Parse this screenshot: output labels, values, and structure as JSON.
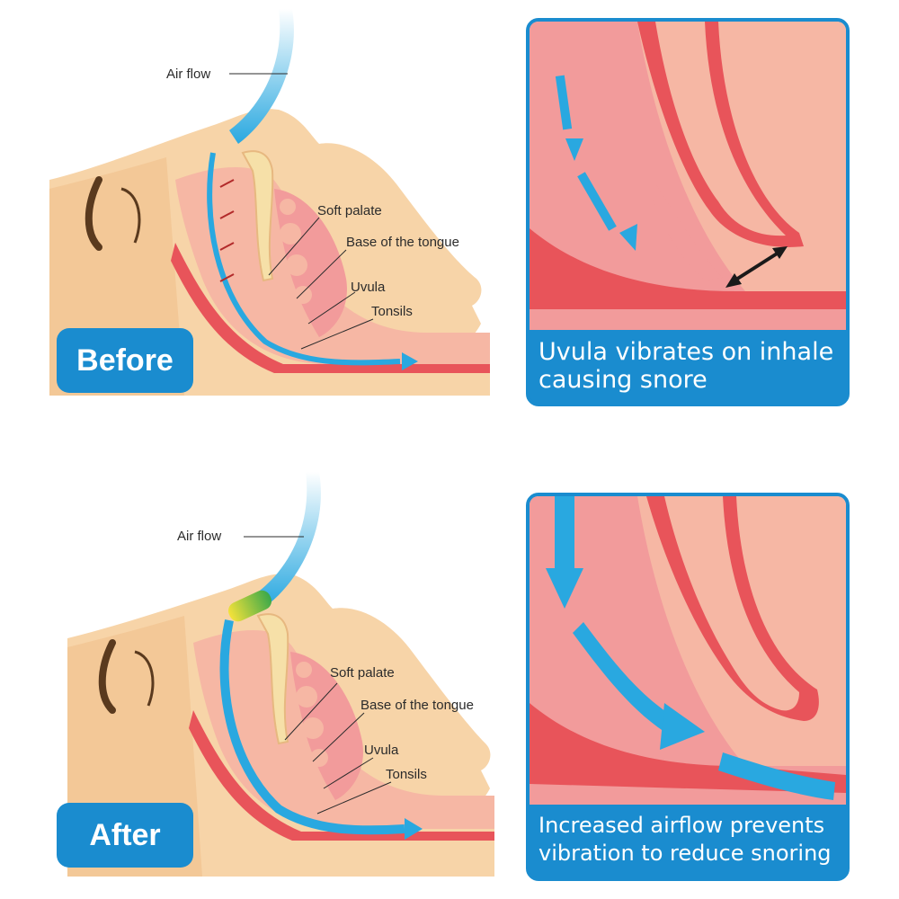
{
  "before": {
    "badge": "Before",
    "labels": {
      "air_flow": "Air flow",
      "soft_palate": "Soft palate",
      "tongue_base": "Base of the tongue",
      "uvula": "Uvula",
      "tonsils": "Tonsils"
    },
    "caption_line1": "Uvula vibrates on inhale",
    "caption_line2": "causing snore"
  },
  "after": {
    "badge": "After",
    "labels": {
      "air_flow": "Air flow",
      "soft_palate": "Soft palate",
      "tongue_base": "Base of the tongue",
      "uvula": "Uvula",
      "tonsils": "Tonsils"
    },
    "caption_line1": "Increased airflow prevents",
    "caption_line2": "vibration to reduce snoring"
  },
  "colors": {
    "accent": "#1a8ccf",
    "airflow": "#29a8e0",
    "skin": "#f7d4a8",
    "tissue": "#f29b9b",
    "tissue_dark": "#e8545a",
    "bone": "#f6e0a8"
  }
}
